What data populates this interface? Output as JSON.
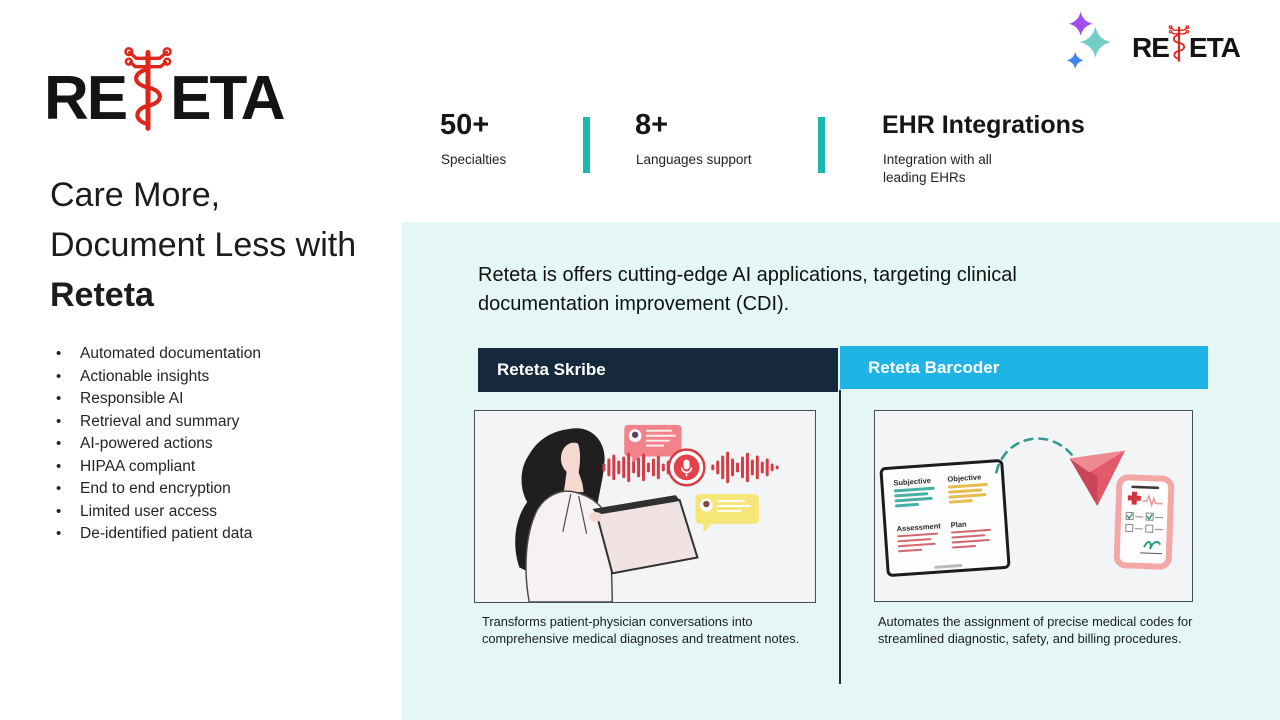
{
  "brand": {
    "word_start": "RE",
    "word_end": "ETA",
    "caduceus": "medical-caduceus",
    "logo_red": "#e0261a"
  },
  "corner_logo": {
    "word_start": "RE",
    "word_end": "ETA"
  },
  "stats": [
    {
      "value": "50+",
      "label": "Specialties"
    },
    {
      "value": "8+",
      "label": "Languages support"
    },
    {
      "value": "EHR Integrations",
      "label": "Integration with all leading EHRs"
    }
  ],
  "hero": {
    "heading_line1": "Care More,",
    "heading_line2": "Document Less with",
    "heading_line3": "Reteta",
    "bullets": [
      "Automated documentation",
      "Actionable insights",
      "Responsible AI",
      "Retrieval and summary",
      "AI-powered actions",
      "HIPAA compliant",
      "End to end encryption",
      "Limited user access",
      "De-identified patient data"
    ]
  },
  "panel": {
    "intro": "Reteta is offers cutting-edge AI applications, targeting clinical documentation improvement (CDI).",
    "cards": [
      {
        "title": "Reteta Skribe",
        "caption": "Transforms patient-physician conversations into comprehensive medical diagnoses and treatment notes."
      },
      {
        "title": "Reteta Barcoder",
        "caption": "Automates the assignment of precise medical codes for streamlined diagnostic, safety, and billing procedures."
      }
    ],
    "soap": [
      {
        "label": "Subjective"
      },
      {
        "label": "Objective"
      },
      {
        "label": "Assessment"
      },
      {
        "label": "Plan"
      }
    ]
  },
  "colors": {
    "panel_bg": "#e4f7f5",
    "teal_divider": "#1ab9ad",
    "dark_header": "#16293c",
    "blue_header": "#20b4e6",
    "logo_red": "#e0261a"
  }
}
